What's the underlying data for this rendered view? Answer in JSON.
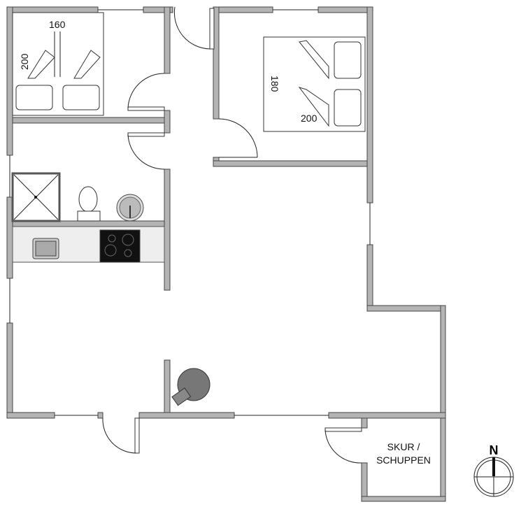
{
  "rooms": {
    "bedroom1": {
      "bed_width": "160",
      "bed_length": "200"
    },
    "bedroom2": {
      "bed_width": "180",
      "bed_length": "200"
    },
    "shed": {
      "label_line1": "SKUR /",
      "label_line2": "SCHUPPEN"
    }
  },
  "compass": {
    "label": "N"
  },
  "colors": {
    "wall": "#b4b4b4",
    "outline": "#444444",
    "counter": "#eeeeee",
    "stove": "#111111"
  }
}
